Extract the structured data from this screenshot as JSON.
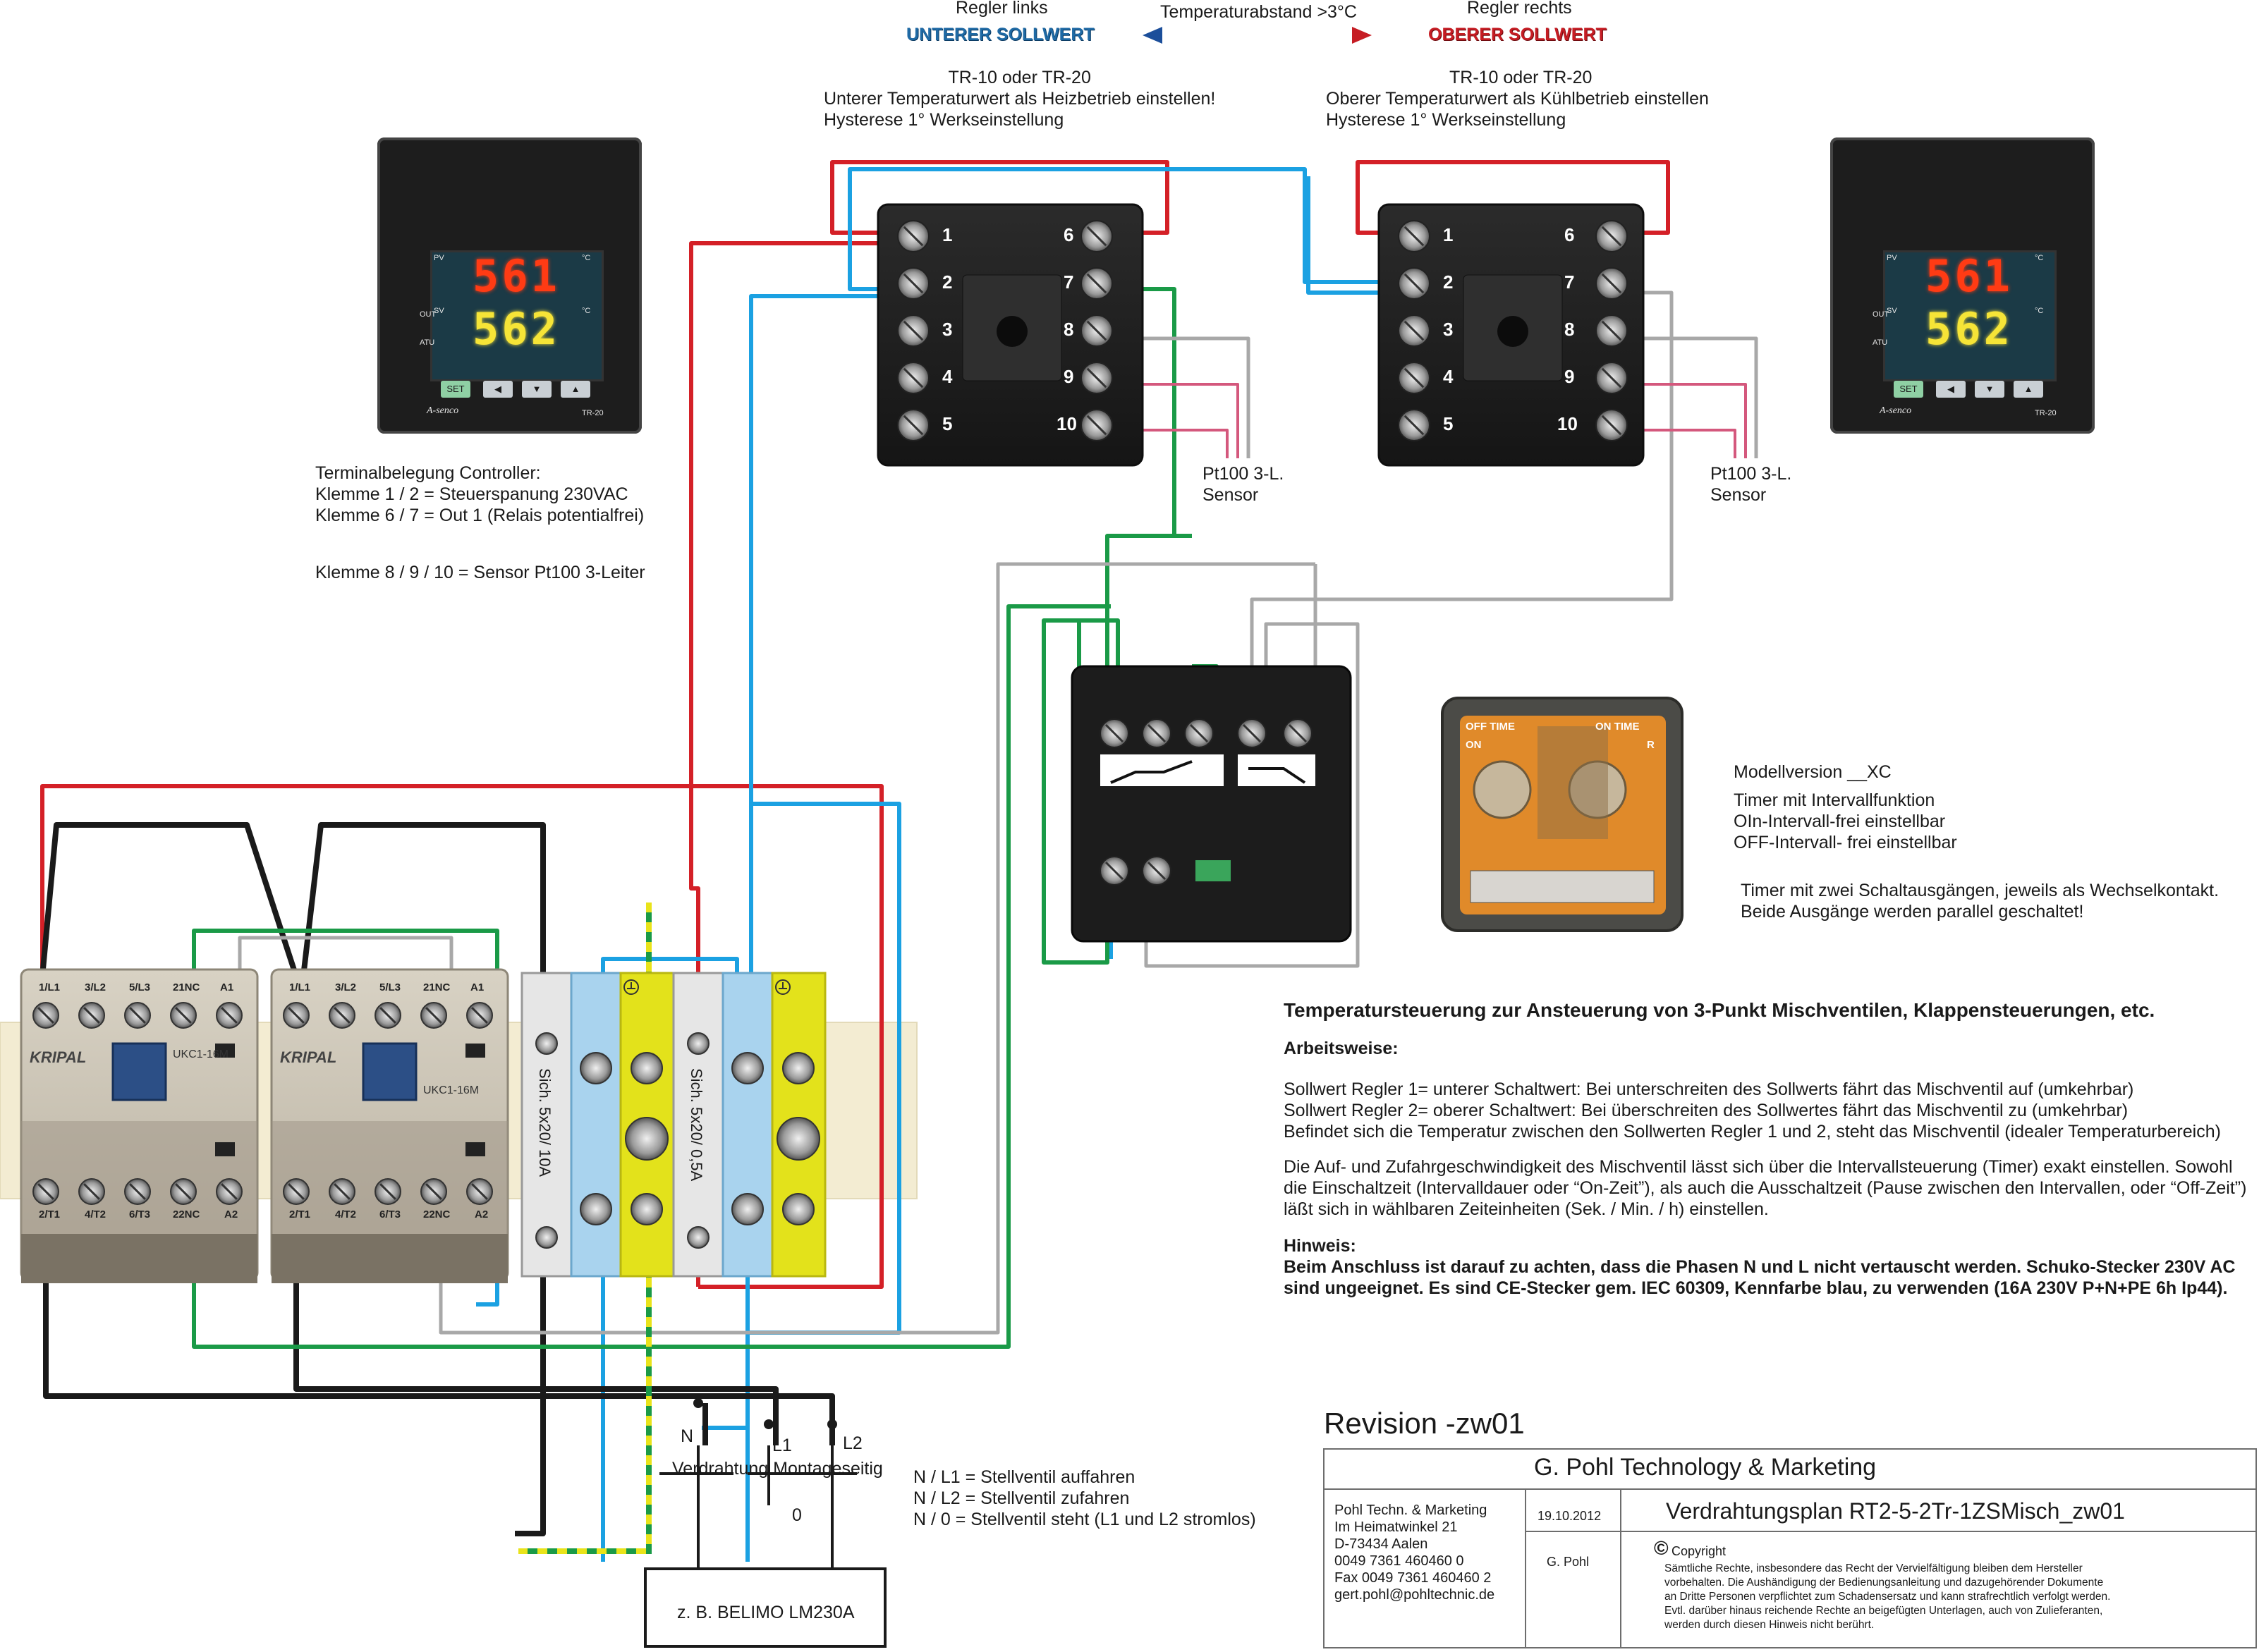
{
  "header": {
    "left_regler": "Regler links",
    "left_sollwert": "UNTERER SOLLWERT",
    "distance": "Temperaturabstand >3°C",
    "right_regler": "Regler rechts",
    "right_sollwert": "OBERER SOLLWERT"
  },
  "left_note": [
    "TR-10 oder TR-20",
    "Unterer Temperaturwert als Heizbetrieb einstellen!",
    "Hysterese 1° Werkseinstellung"
  ],
  "right_note": [
    "TR-10 oder TR-20",
    "Oberer Temperaturwert als Kühlbetrieb einstellen",
    "Hysterese 1° Werkseinstellung"
  ],
  "controller_photo": {
    "pv": "561",
    "sv": "562",
    "pv_label": "PV",
    "sv_label": "SV",
    "unit": "°C",
    "out_label": "OUT",
    "atu_label": "ATU",
    "set_label": "SET",
    "brand": "A-senco",
    "model": "TR-20"
  },
  "socket_terminals": {
    "left_col": [
      "1",
      "2",
      "3",
      "4",
      "5"
    ],
    "right_col": [
      "6",
      "7",
      "8",
      "9",
      "10"
    ]
  },
  "terminal_info": [
    "Terminalbelegung Controller:",
    "Klemme 1 / 2 = Steuerspanung 230VAC",
    "Klemme 6 / 7 = Out 1 (Relais potentialfrei)",
    "",
    "Klemme 8 / 9 / 10 = Sensor Pt100 3-Leiter"
  ],
  "sensor_label": [
    "Pt100 3-L.",
    "Sensor"
  ],
  "timer_photo": {
    "off_time": "OFF TIME",
    "on_time": "ON TIME",
    "on_small": "ON",
    "r_small": "R"
  },
  "timer_info": [
    "Modellversion __XC",
    "Timer mit Intervallfunktion",
    "OIn-Intervall-frei einstellbar",
    "OFF-Intervall- frei einstellbar"
  ],
  "timer_note": [
    "Timer mit zwei Schaltausgängen, jeweils als Wechselkontakt.",
    "Beide Ausgänge werden parallel geschaltet!"
  ],
  "contactor": {
    "brand": "KRIPAL",
    "model": "UKC1-16M",
    "top_terms": [
      "1/L1",
      "3/L2",
      "5/L3",
      "21NC",
      "A1"
    ],
    "bottom_terms": [
      "2/T1",
      "4/T2",
      "6/T3",
      "22NC",
      "A2"
    ]
  },
  "fuses": [
    "Sich. 5x20/ 10A",
    "Sich. 5x20/ 0,5A"
  ],
  "description": {
    "title": "Temperatursteuerung zur Ansteuerung von 3-Punkt Mischventilen, Klappensteuerungen, etc.",
    "arbeitsweise": "Arbeitsweise:",
    "lines1": [
      "Sollwert Regler 1= unterer Schaltwert: Bei unterschreiten des Sollwerts fährt das Mischventil auf (umkehrbar)",
      "Sollwert Regler 2= oberer Schaltwert: Bei überschreiten des Sollwertes fährt das Mischventil zu (umkehrbar)",
      "Befindet sich die Temperatur zwischen den Sollwerten Regler 1 und 2, steht das Mischventil (idealer Temperaturbereich)"
    ],
    "lines2": [
      "Die Auf- und Zufahrgeschwindigkeit des Mischventil lässt sich über die Intervallsteuerung (Timer) exakt einstellen. Sowohl",
      "die Einschaltzeit (Intervalldauer oder “On-Zeit”), als auch die Ausschaltzeit (Pause zwischen den Intervallen, oder “Off-Zeit”)",
      "läßt sich in wählbaren Zeiteinheiten (Sek. / Min. / h) einstellen."
    ],
    "hinweis": "Hinweis:",
    "hinweis_lines": [
      "Beim Anschluss ist darauf zu achten, dass die Phasen N und L nicht vertauscht werden. Schuko-Stecker 230V AC",
      "sind ungeeignet. Es sind CE-Stecker gem. IEC 60309, Kennfarbe blau, zu verwenden (16A 230V P+N+PE 6h Ip44)."
    ]
  },
  "valve": {
    "n": "N",
    "l1": "L1",
    "l2": "L2",
    "zero": "0",
    "verdrahtung": "Verdrahtung Montageseitig",
    "belimo": "z. B. BELIMO LM230A",
    "legend": [
      "N / L1 = Stellventil auffahren",
      "N / L2 = Stellventil zufahren",
      "N / 0   = Stellventil steht (L1 und L2 stromlos)"
    ]
  },
  "title_block": {
    "revision": "Revision -zw01",
    "company": "G. Pohl Technology & Marketing",
    "address": [
      "Pohl Techn. & Marketing",
      "Im Heimatwinkel 21",
      "D-73434 Aalen",
      "0049 7361 460460 0",
      "Fax 0049 7361 460460 2",
      "gert.pohl@pohltechnic.de"
    ],
    "date": "19.10.2012",
    "author": "G. Pohl",
    "drawing": "Verdrahtungsplan  RT2-5-2Tr-1ZSMisch_zw01",
    "copyright_symbol": "©",
    "copyright": "Copyright",
    "copyright_text": [
      "Sämtliche Rechte, insbesondere das Recht  der Vervielfältigung bleiben dem Hersteller",
      "vorbehalten. Die Aushändigung der Bedienungsanleitung und dazugehörender Dokumente",
      "an Dritte Personen verpflichtet zum Schadensersatz und kann strafrechtlich verfolgt werden.",
      "Evtl. darüber hinaus reichende Rechte an beigefügten Unterlagen, auch von Zulieferanten,",
      "werden durch diesen Hinweis nicht berührt."
    ]
  },
  "colors": {
    "red": "#d42027",
    "blue": "#1ba1e2",
    "green": "#1a9a47",
    "gray": "#a8a8a8",
    "black": "#1a1a1a",
    "yellow_green": "#e9e31a",
    "header_blue": "#1f6aa5",
    "header_red": "#c61d24"
  }
}
